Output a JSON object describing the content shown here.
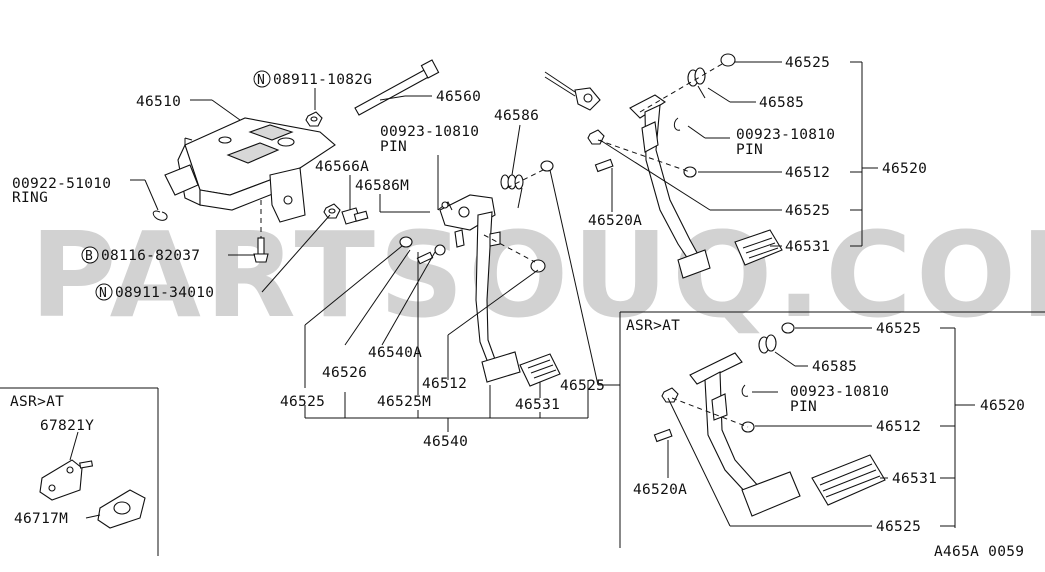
{
  "watermark": "PARTSOUQ.COM",
  "figure_code": "A465A 0059",
  "labels": {
    "p46510": "46510",
    "p08911_1082G": "08911-1082G",
    "p46560": "46560",
    "p00922": "00922-51010",
    "ring": "RING",
    "p00923_main": "00923-10810",
    "pin_main": "PIN",
    "p46586": "46586",
    "p46566A": "46566A",
    "p46586M": "46586M",
    "p08116": "08116-82037",
    "p08911_34010": "08911-34010",
    "p46540A": "46540A",
    "p46526": "46526",
    "p46512_main": "46512",
    "p46525_left": "46525",
    "p46525M": "46525M",
    "p46525_mid": "46525",
    "p46531_main": "46531",
    "p46540": "46540",
    "p46525_tr1": "46525",
    "p46585_tr": "46585",
    "p00923_tr": "00923-10810",
    "pin_tr": "PIN",
    "p46512_tr": "46512",
    "p46520_tr": "46520",
    "p46520A_tr": "46520A",
    "p46525_tr2": "46525",
    "p46531_tr": "46531",
    "asr_right": "ASR>AT",
    "p46525_br1": "46525",
    "p46585_br": "46585",
    "p00923_br": "00923-10810",
    "pin_br": "PIN",
    "p46520_br": "46520",
    "p46512_br": "46512",
    "p46520A_br": "46520A",
    "p46531_br": "46531",
    "p46525_br2": "46525",
    "asr_left": "ASR>AT",
    "p67821Y": "67821Y",
    "p46717M": "46717M",
    "symbol_n1": "N",
    "symbol_b": "B",
    "symbol_n2": "N"
  }
}
